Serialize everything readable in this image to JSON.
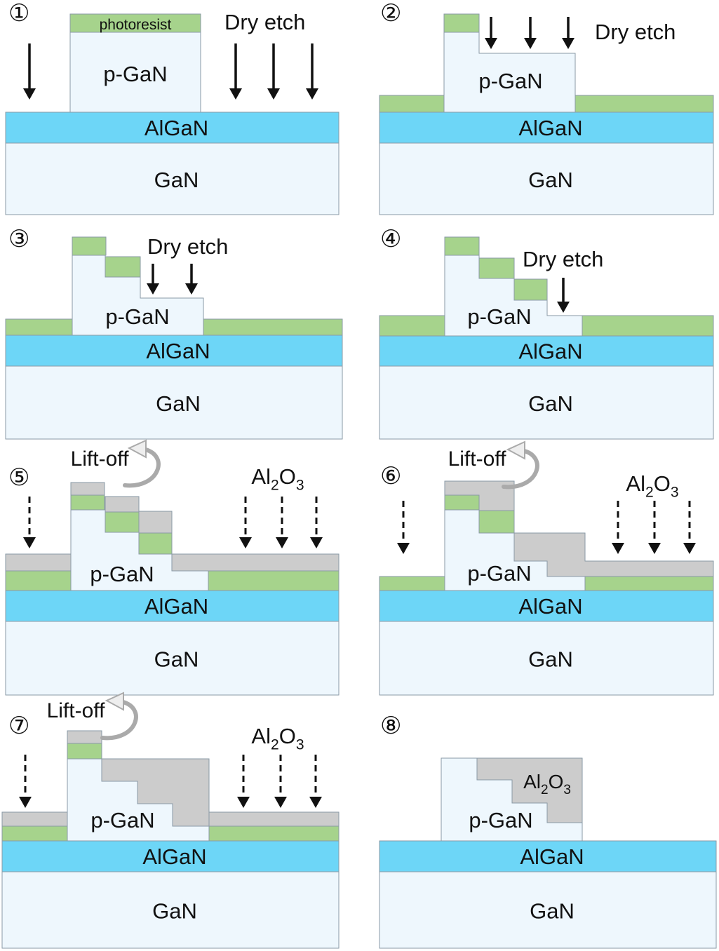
{
  "colors": {
    "photoresist": "#a6d38c",
    "p_gan": "#eef7fd",
    "algan": "#6dd6f7",
    "gan": "#eef7fd",
    "al2o3": "#cccccc",
    "outline": "#8a9aa6",
    "arrow": "#111111",
    "curl": "#aaaaaa"
  },
  "labels": {
    "photoresist": "photoresist",
    "p_gan": "p-GaN",
    "algan": "AlGaN",
    "gan": "GaN",
    "dry_etch": "Dry etch",
    "lift_off": "Lift-off",
    "al2o3": {
      "base1": "Al",
      "sub1": "2",
      "base2": "O",
      "sub2": "3"
    }
  },
  "steps": [
    {
      "number": "①"
    },
    {
      "number": "②"
    },
    {
      "number": "③"
    },
    {
      "number": "④"
    },
    {
      "number": "⑤"
    },
    {
      "number": "⑥"
    },
    {
      "number": "⑦"
    },
    {
      "number": "⑧"
    }
  ]
}
